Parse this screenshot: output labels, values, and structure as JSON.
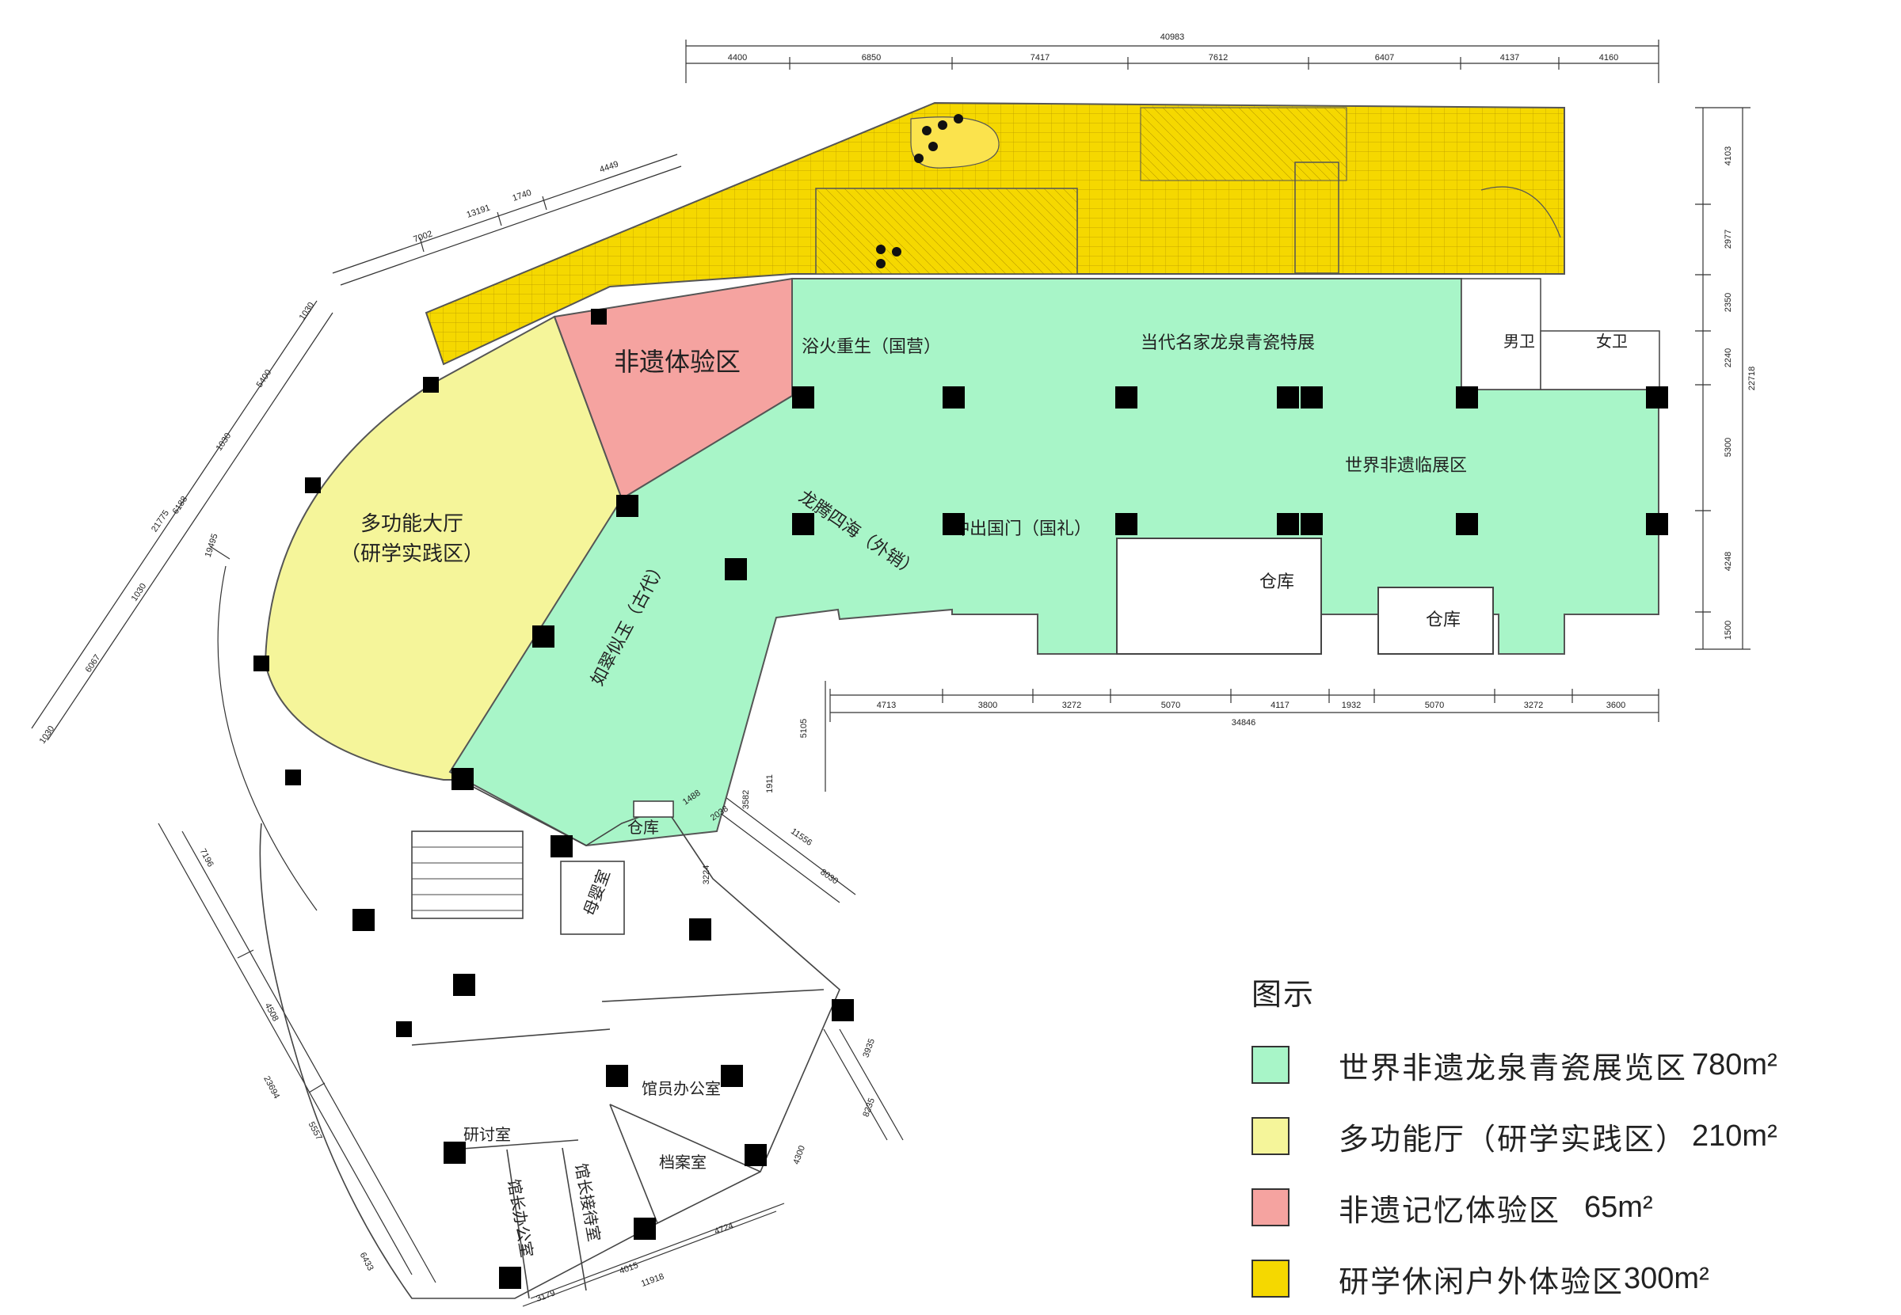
{
  "zones": {
    "exhibition": {
      "color": "#a8f5c8",
      "parts": [
        "浴火重生（国营）",
        "当代名家龙泉青瓷特展",
        "世界非遗临展区",
        "冲出国门（国礼）",
        "龙腾四海（外销）",
        "如翠似玉（古代）"
      ]
    },
    "multi": {
      "color": "#f5f59a",
      "line1": "多功能大厅",
      "line2": "（研学实践区）"
    },
    "experience": {
      "color": "#f5a3a0",
      "label": "非遗体验区"
    },
    "outdoor": {
      "color": "#f5d800"
    }
  },
  "rooms": {
    "storage1": "仓库",
    "storage2": "仓库",
    "storage3": "仓库",
    "male_wc": "男卫",
    "female_wc": "女卫",
    "nursing": "母婴室",
    "staff_office": "馆员办公室",
    "seminar": "研讨室",
    "archive": "档案室",
    "director_office": "馆长办公室",
    "reception": "馆长接待室"
  },
  "dimensions": {
    "top_total": "40983",
    "top_segments": [
      "4400",
      "6850",
      "7417",
      "7612",
      "6407",
      "4137",
      "4160"
    ],
    "right_segments": [
      "4103",
      "2977",
      "2350",
      "2240",
      "5300",
      "4248",
      "1500"
    ],
    "right_total": "22718",
    "middle_segments": [
      "4713",
      "3800",
      "3272",
      "5070",
      "4117",
      "1932",
      "5070",
      "3272",
      "3600"
    ],
    "middle_total": "34846",
    "upper_left": [
      "13191",
      "1740",
      "4449",
      "7002"
    ],
    "left_arc": [
      "1030",
      "5400",
      "1030",
      "6188",
      "1030",
      "6067",
      "1030",
      "21775",
      "19495"
    ],
    "small": [
      "5105",
      "1488",
      "2038",
      "3582",
      "1911",
      "11556",
      "8030",
      "3224"
    ],
    "bottom": [
      "7196",
      "4508",
      "23694",
      "5557",
      "6433",
      "3179",
      "4015",
      "11918",
      "4724",
      "4300",
      "8235",
      "3935"
    ]
  },
  "legend": {
    "title": "图示",
    "items": [
      {
        "label": "世界非遗龙泉青瓷展览区",
        "area": "780m²",
        "color": "#a8f5c8"
      },
      {
        "label": "多功能厅（研学实践区）",
        "area": "210m²",
        "color": "#f5f59a"
      },
      {
        "label": "非遗记忆体验区",
        "area": "65m²",
        "color": "#f5a3a0"
      },
      {
        "label": "研学休闲户外体验区",
        "area": "300m²",
        "color": "#f5d800"
      }
    ]
  }
}
